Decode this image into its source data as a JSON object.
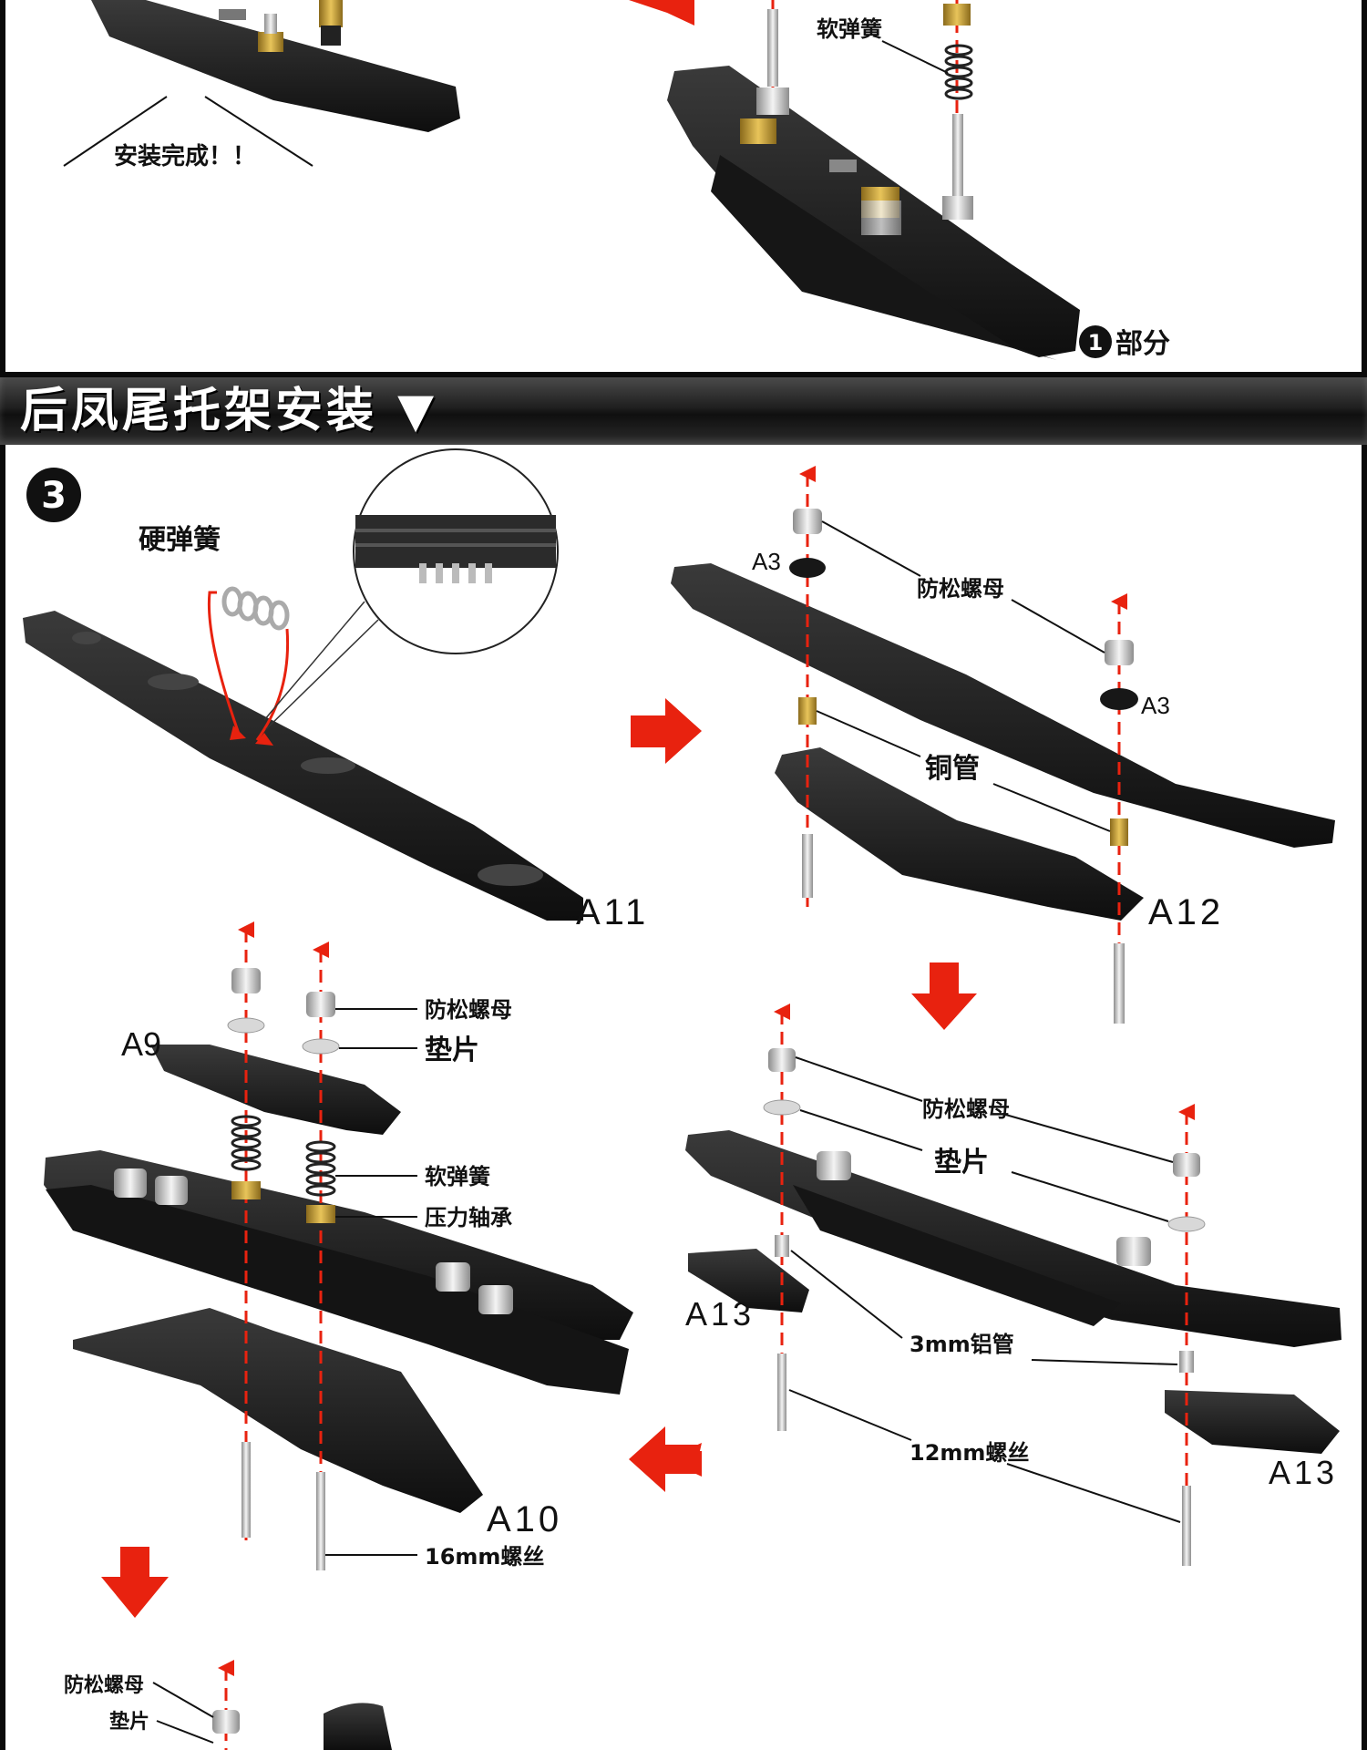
{
  "section_title": "后凤尾托架安装",
  "top_panel": {
    "soft_spring_label": "软弹簧",
    "install_complete_label": "安装完成！！",
    "part1_label": "部分",
    "part1_number": "1"
  },
  "step3": {
    "step_number": "3",
    "hard_spring": "硬弹簧",
    "a3_left": "A3",
    "a3_right": "A3",
    "locknut_a": "防松螺母",
    "copper_tube": "铜管",
    "part_a11": "A11",
    "part_a12": "A12",
    "locknut_b": "防松螺母",
    "washer_b": "垫片",
    "soft_spring_b": "软弹簧",
    "thrust_bearing": "压力轴承",
    "part_a9": "A9",
    "part_a10": "A10",
    "screw_16": "16mm螺丝",
    "locknut_c": "防松螺母",
    "washer_c": "垫片",
    "part_a13_left": "A13",
    "part_a13_right": "A13",
    "alu_tube": "3mm铝管",
    "screw_12": "12mm螺丝",
    "locknut_d": "防松螺母",
    "washer_d": "垫片"
  },
  "colors": {
    "accent_red": "#e8220f",
    "carbon": "#1c1c1c",
    "brass": "#c9a13a",
    "steel": "#cfcfcf"
  }
}
